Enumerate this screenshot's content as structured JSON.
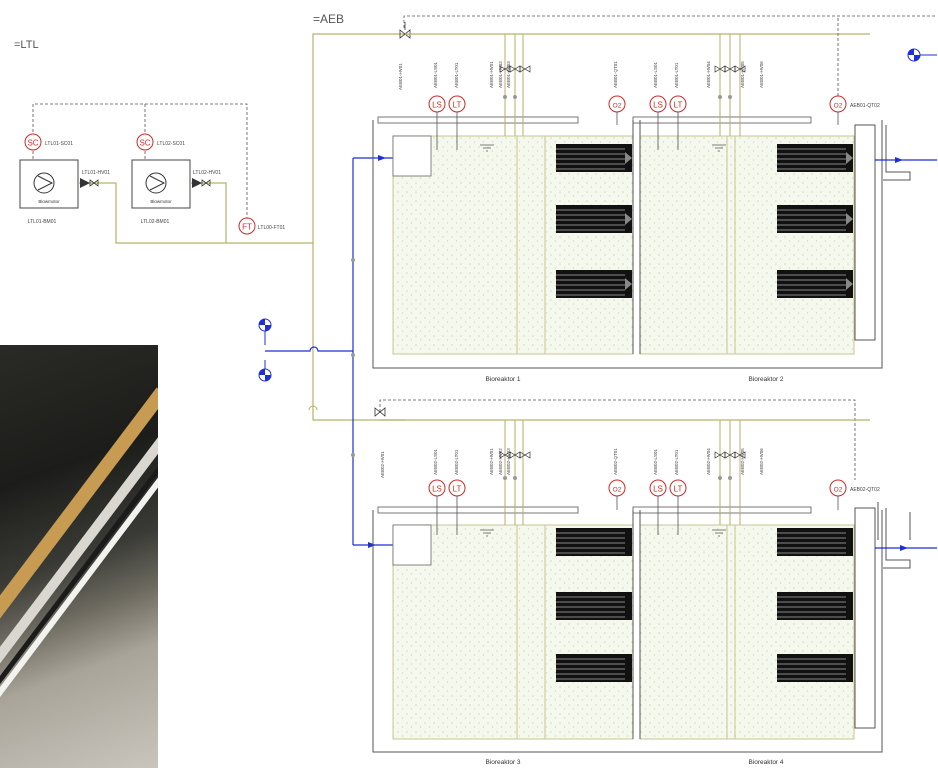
{
  "sections": {
    "ltl": "=LTL",
    "aeb": "=AEB"
  },
  "ltl": {
    "pump1": {
      "sc_tag": "LTL01-SC01",
      "name": "Blowmotor",
      "tag": "LTL01-BM01",
      "valve_tag": "LTL01-HV01",
      "sc_symbol": "SC"
    },
    "pump2": {
      "sc_tag": "LTL02-SC01",
      "name": "Blowmotor",
      "tag": "LTL02-BM01",
      "valve_tag": "LTL02-HV01",
      "sc_symbol": "SC"
    },
    "flow_tag": "LTL00-FT01",
    "flow_symbol": "FT"
  },
  "instruments": {
    "level_symbol": "LS",
    "level_transmitter": "LT",
    "oxygen_symbol": "O2"
  },
  "top_unit": {
    "valve_main": "AEB01-HV01",
    "tags": [
      "AEB01-LS01",
      "AEB01-LT01",
      "AEB01-HV01",
      "AEB01-HV02",
      "AEB01-HV03",
      "AEB01-QT01",
      "AEB01-LS01",
      "AEB01-LT01",
      "AEB01-HV04",
      "AEB01-HV05",
      "AEB01-HV06"
    ],
    "qt_right": "AEB01-QT02",
    "reactor_left": "Bioreaktor 1",
    "reactor_right": "Bioreaktor 2"
  },
  "bottom_unit": {
    "valve_main": "AEB02-HV01",
    "tags": [
      "AEB02-LS01",
      "AEB02-LT01",
      "AEB02-HV01",
      "AEB02-HV02",
      "AEB02-HV03",
      "AEB02-QT01",
      "AEB02-LS01",
      "AEB02-LT01",
      "AEB02-HV04",
      "AEB02-HV05",
      "AEB02-HV06"
    ],
    "qt_right": "AEB02-QT02",
    "reactor_left": "Bioreaktor 3",
    "reactor_right": "Bioreaktor 4"
  },
  "colors": {
    "air_line": "#b6b26a",
    "water_line": "#1f2fd6",
    "instrument": "#cc2a2a",
    "tank_fill": "#f4f7ea"
  }
}
